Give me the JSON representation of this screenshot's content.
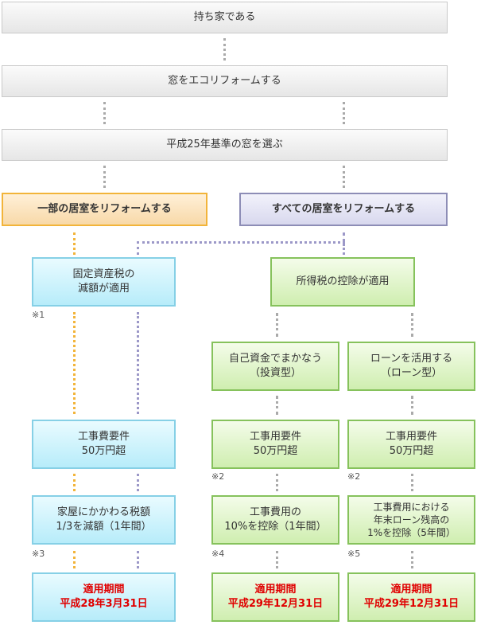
{
  "steps": {
    "own_house": "持ち家である",
    "eco_reform": "窓をエコリフォームする",
    "select_window": "平成25年基準の窓を選ぶ"
  },
  "branches": {
    "partial": "一部の居室をリフォームする",
    "all": "すべての居室をリフォームする"
  },
  "fixed_tax": {
    "line1": "固定資産税の",
    "line2": "減額が適用",
    "requirement_line1": "工事費要件",
    "requirement_line2": "50万円超",
    "benefit_line1": "家屋にかかわる税額",
    "benefit_line2": "1/3を減額（1年間）",
    "period_label": "適用期間",
    "period_date": "平成28年3月31日"
  },
  "income_tax": {
    "title": "所得税の控除が適用",
    "self_funded": {
      "line1": "自己資金でまかなう",
      "line2": "（投資型）",
      "requirement_line1": "工事用要件",
      "requirement_line2": "50万円超",
      "benefit_line1": "工事費用の",
      "benefit_line2": "10%を控除（1年間）",
      "period_label": "適用期間",
      "period_date": "平成29年12月31日"
    },
    "loan": {
      "line1": "ローンを活用する",
      "line2": "（ローン型）",
      "requirement_line1": "工事用要件",
      "requirement_line2": "50万円超",
      "benefit_line1": "工事費用における",
      "benefit_line2": "年末ローン残高の",
      "benefit_line3": "1%を控除（5年間）",
      "period_label": "適用期間",
      "period_date": "平成29年12月31日"
    }
  },
  "notes": {
    "n1": "※1",
    "n2a": "※2",
    "n2b": "※2",
    "n3": "※3",
    "n4": "※4",
    "n5": "※5"
  }
}
